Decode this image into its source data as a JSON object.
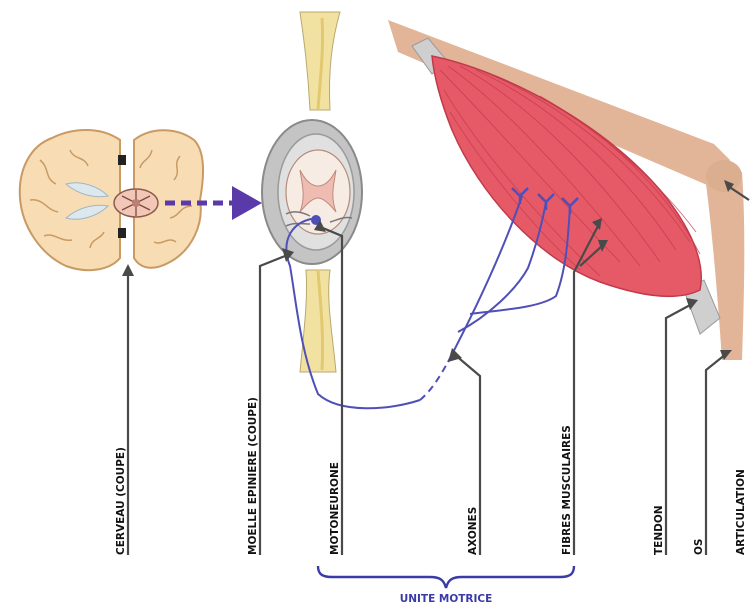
{
  "labels": {
    "cerveau": "CERVEAU (COUPE)",
    "moelle": "MOELLE EPINIERE (COUPE)",
    "motoneurone": "MOTONEURONE",
    "axones": "AXONES",
    "fibres": "FIBRES MUSCULAIRES",
    "tendon": "TENDON",
    "os": "OS",
    "articulation": "ARTICULATION"
  },
  "unite_motrice": "UNITE MOTRICE",
  "colors": {
    "brain": "#f8ddb4",
    "brain_outline": "#c99a63",
    "spine_gray": "#b9b9b9",
    "nerve_yellow": "#f2e2a2",
    "muscle": "#e65a68",
    "bone": "#e2b598",
    "tendon": "#cfcfcf",
    "axon": "#4f4fb8",
    "arrow": "#5a3aa8",
    "bracket": "#3b3ba8"
  }
}
